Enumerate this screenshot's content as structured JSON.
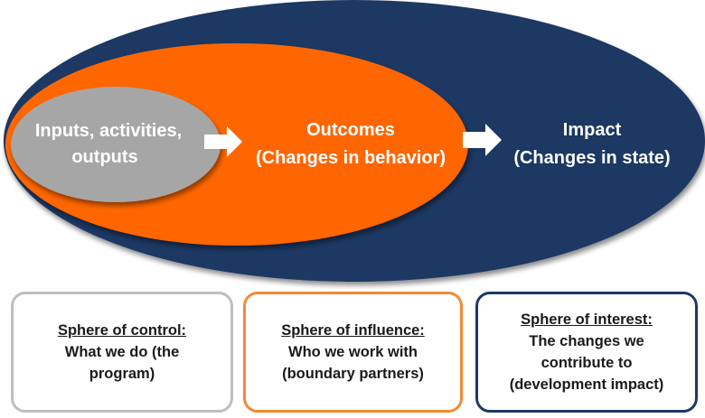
{
  "colors": {
    "impact_fill": "#1f3864",
    "outcomes_fill": "#ff6600",
    "inputs_fill": "#a6a6a6",
    "arrow_fill": "#ffffff",
    "control_border": "#bfbfbf",
    "influence_border": "#f28a35",
    "interest_border": "#1f3864"
  },
  "ellipses": {
    "inputs": {
      "line1": "Inputs, activities,",
      "line2": "outputs"
    },
    "outcomes": {
      "line1": "Outcomes",
      "line2": "(Changes in behavior)"
    },
    "impact": {
      "line1": "Impact",
      "line2": "(Changes in state)"
    }
  },
  "boxes": {
    "control": {
      "title": "Sphere of control:",
      "line1": "What we do (the",
      "line2": "program)"
    },
    "influence": {
      "title": "Sphere of influence:",
      "line1": "Who we work with",
      "line2": "(boundary partners)"
    },
    "interest": {
      "title": "Sphere of interest:",
      "line1": "The changes we",
      "line2": "contribute to",
      "line3": "(development impact)"
    }
  }
}
